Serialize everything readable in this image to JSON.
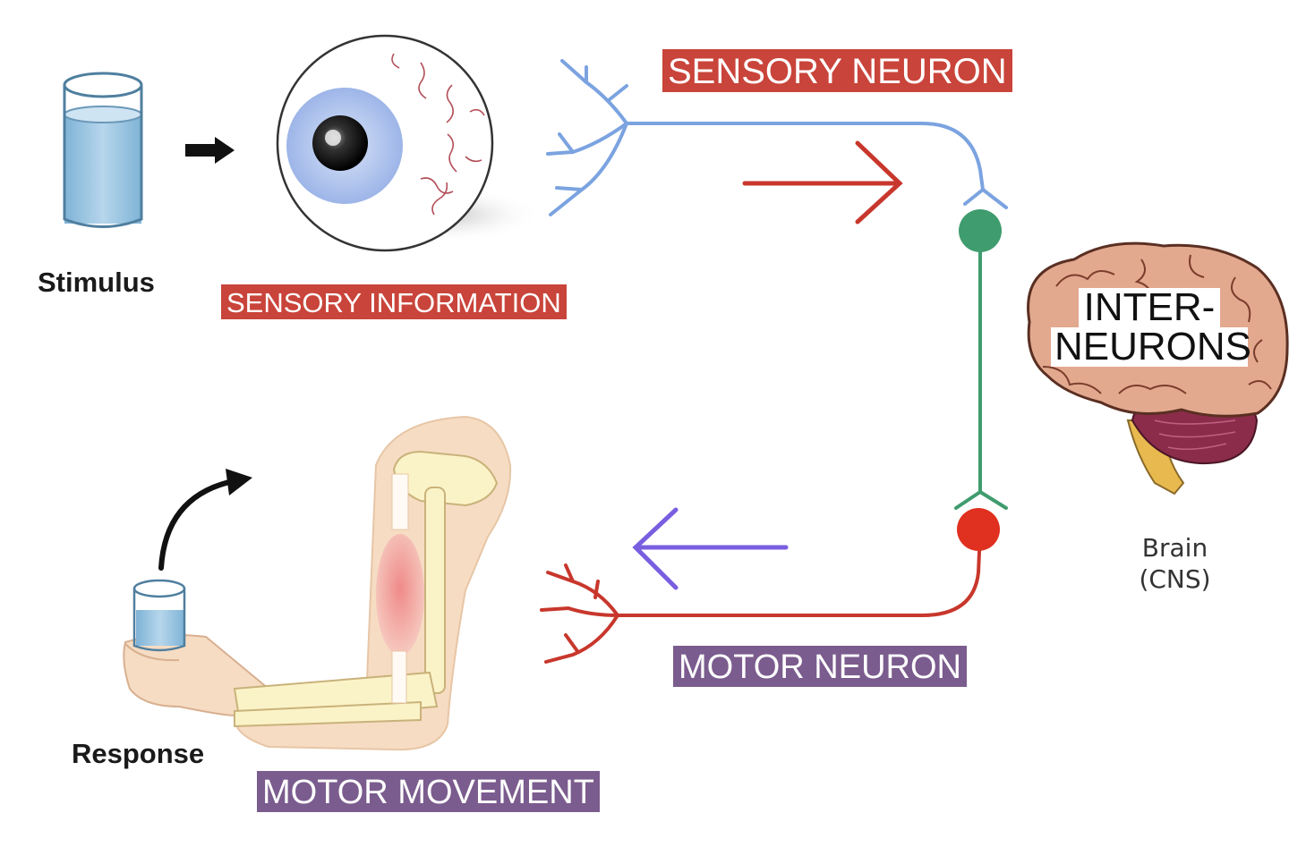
{
  "labels": {
    "stimulus": "Stimulus",
    "sensory_information": "SENSORY INFORMATION",
    "sensory_neuron": "SENSORY NEURON",
    "interneurons_line1": "INTER-",
    "interneurons_line2": "NEURONS",
    "brain_line1": "Brain",
    "brain_line2": "(CNS)",
    "motor_neuron": "MOTOR NEURON",
    "motor_movement": "MOTOR MOVEMENT",
    "response": "Response"
  },
  "colors": {
    "sensory_neuron": "#7ba3e0",
    "interneuron": "#3f9c6e",
    "motor_neuron": "#c8372c",
    "sensory_arrow": "#c8372c",
    "motor_arrow": "#7a5ee0",
    "label_red": "#c9443a",
    "label_purple": "#7b5c8e"
  }
}
